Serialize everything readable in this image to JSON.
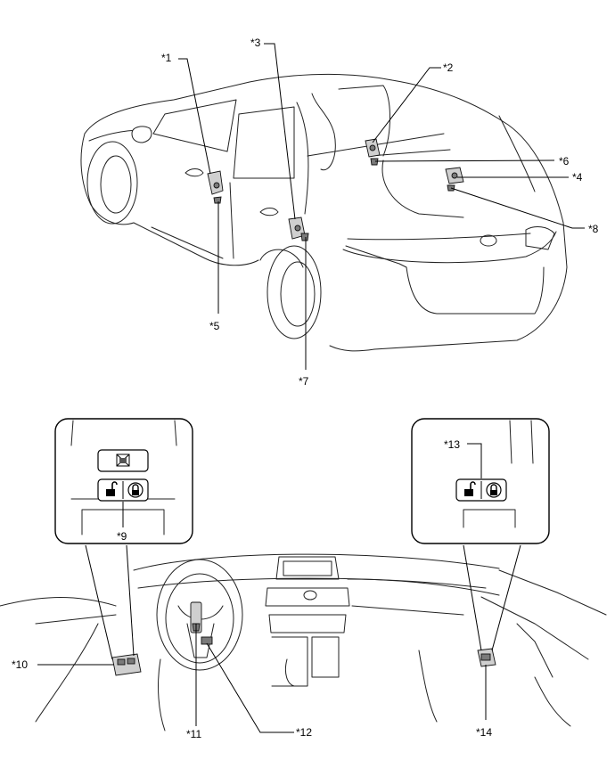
{
  "callouts": {
    "c1": "*1",
    "c2": "*2",
    "c3": "*3",
    "c4": "*4",
    "c5": "*5",
    "c6": "*6",
    "c7": "*7",
    "c8": "*8",
    "c9": "*9",
    "c10": "*10",
    "c11": "*11",
    "c12": "*12",
    "c13": "*13",
    "c14": "*14"
  },
  "icons": {
    "unlock": "unlock-icon",
    "lock": "lock-icon",
    "window_lock": "window-lock-icon"
  }
}
